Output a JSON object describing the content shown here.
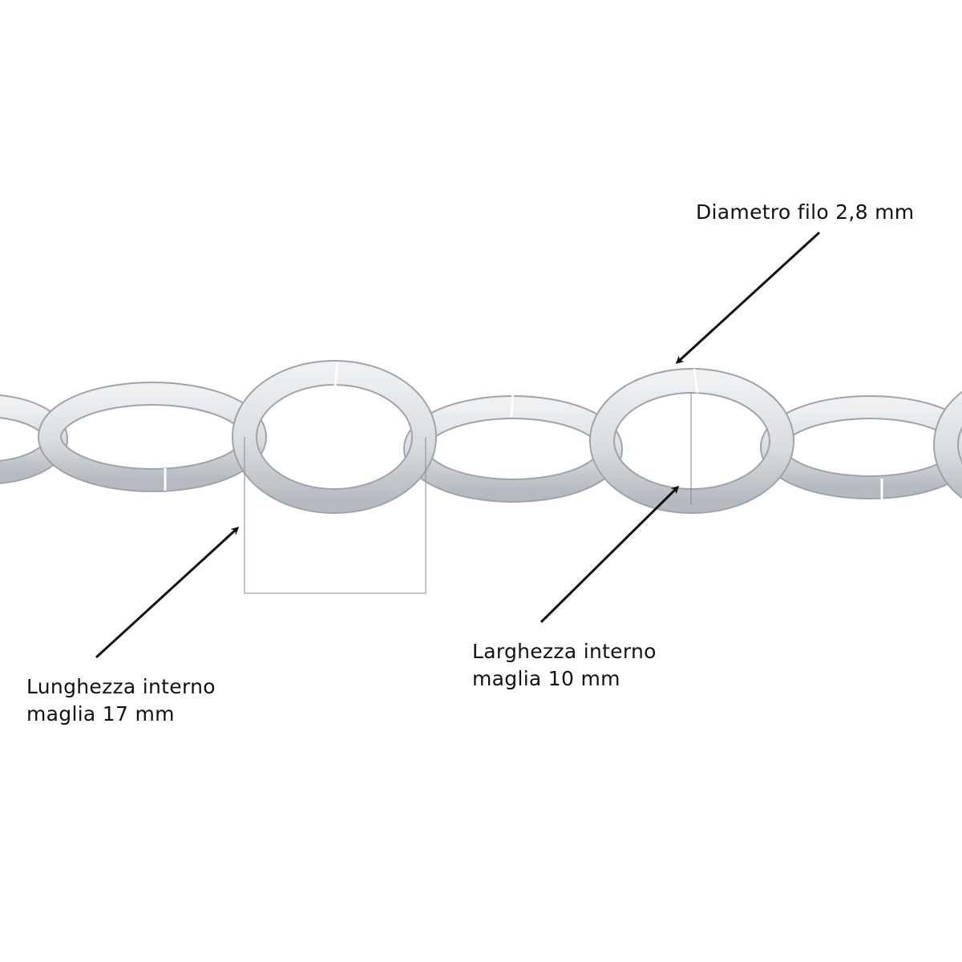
{
  "annotations": {
    "wire_diameter": {
      "text": "Diametro filo 2,8 mm"
    },
    "inner_length": {
      "line1": "Lunghezza interno",
      "line2": "maglia 17 mm"
    },
    "inner_width": {
      "line1": "Larghezza interno",
      "line2": "maglia 10 mm"
    }
  },
  "colors": {
    "background": "#ffffff",
    "link_fill": "#d9dde1",
    "link_highlight": "#eef0f2",
    "link_shadow": "#a9afb5",
    "text": "#111111",
    "arrow": "#111111",
    "guide": "#8a8a8a"
  },
  "icons": {
    "arrow": "arrow-icon",
    "chain": "chain-image"
  }
}
